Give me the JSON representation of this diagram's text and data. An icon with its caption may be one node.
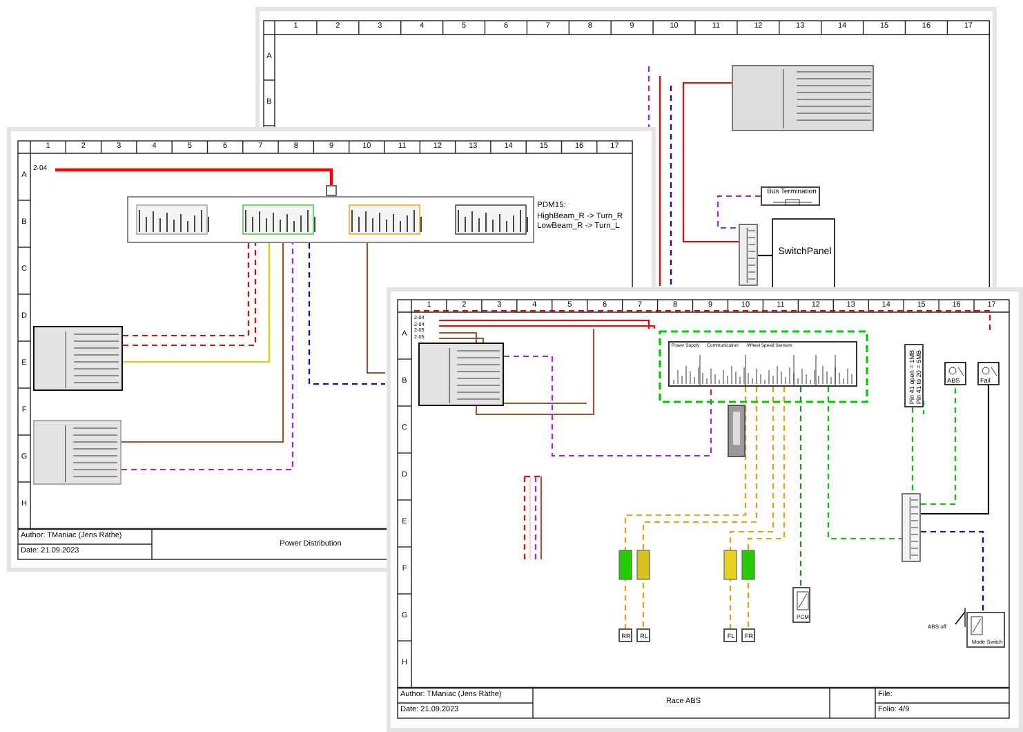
{
  "diagram": {
    "nodes": [
      {
        "text": [
          "Bus Termination"
        ]
      },
      {
        "text": [
          "SwitchPanel"
        ]
      },
      {
        "text": [],
        "shape": "box"
      },
      {
        "text": [],
        "shape": "box"
      },
      {
        "text": [],
        "shape": "box",
        "beside": [
          "PDM15:",
          "HighBeam_R -> Turn_R",
          "LowBeam_R -> Turn_L"
        ]
      },
      {
        "text": [],
        "shape": "box"
      },
      {
        "text": [],
        "shape": "box"
      },
      {
        "text": [],
        "shape": "box"
      },
      {
        "text": [
          "Power Supply",
          "Communication",
          "Wheel Speed Sensors"
        ]
      },
      {
        "text": [
          "Pin 41 open = 1MB",
          "Pin 41 to 20 = 5MB"
        ]
      },
      {
        "text": [
          "ABS"
        ]
      },
      {
        "text": [
          "Fail"
        ]
      },
      {
        "text": [
          "RR"
        ]
      },
      {
        "text": [
          "RL"
        ]
      },
      {
        "text": [
          "FL"
        ]
      },
      {
        "text": [
          "FR"
        ]
      },
      {
        "text": [
          "PCM"
        ]
      },
      {
        "text": [
          "Mode Switch"
        ]
      },
      {
        "text": [],
        "shape": "box"
      }
    ],
    "edges": [
      {
        "from": 0,
        "to": 3,
        "arrow": "none",
        "style": "dashed",
        "color": "#a020f0"
      },
      {
        "from": 2,
        "to": 3,
        "arrow": "none",
        "color": "#ff0000"
      },
      {
        "from": 3,
        "to": 1,
        "arrow": "none",
        "color": "#000000"
      },
      {
        "from": 5,
        "to": 4,
        "arrow": "none",
        "style": "dashed",
        "color": "#ff0000"
      },
      {
        "from": 6,
        "to": 4,
        "arrow": "none",
        "color": "#a0522d"
      },
      {
        "from": 7,
        "to": 8,
        "arrow": "none",
        "style": "dashed",
        "color": "#a020f0"
      },
      {
        "from": 8,
        "to": 12,
        "arrow": "none",
        "style": "dashed",
        "color": "#ff9900"
      },
      {
        "from": 8,
        "to": 13,
        "arrow": "none",
        "style": "dashed",
        "color": "#ff9900"
      },
      {
        "from": 8,
        "to": 14,
        "arrow": "none",
        "style": "dashed",
        "color": "#ff9900"
      },
      {
        "from": 8,
        "to": 15,
        "arrow": "none",
        "style": "dashed",
        "color": "#ff9900"
      },
      {
        "from": 8,
        "to": 16,
        "arrow": "none",
        "style": "dashed",
        "color": "#228b22"
      },
      {
        "from": 8,
        "to": 18,
        "arrow": "none",
        "style": "dashed",
        "color": "#00cc00"
      },
      {
        "from": 9,
        "to": 18,
        "arrow": "none",
        "style": "dashed",
        "color": "#00cc00"
      },
      {
        "from": 18,
        "to": 17,
        "arrow": "none",
        "style": "dashed",
        "color": "#0000ff"
      },
      {
        "from": 18,
        "to": 10,
        "arrow": "none",
        "style": "dashed",
        "color": "#00cc00"
      },
      {
        "from": 18,
        "to": 11,
        "arrow": "none",
        "color": "#000000"
      },
      {
        "from": 5,
        "to": 4,
        "arrow": "none",
        "style": "dashed",
        "color": "#ff0000"
      },
      {
        "from": 5,
        "to": 4,
        "arrow": "none",
        "color": "#e6c800"
      },
      {
        "from": 6,
        "to": 4,
        "arrow": "none",
        "style": "dashed",
        "color": "#a020f0"
      }
    ],
    "labels": [
      "1",
      "2",
      "3",
      "4",
      "5",
      "6",
      "7",
      "8",
      "9",
      "10",
      "11",
      "12",
      "13",
      "14",
      "15",
      "16",
      "17",
      "A",
      "B",
      "1",
      "2",
      "3",
      "4",
      "5",
      "6",
      "7",
      "8",
      "9",
      "10",
      "11",
      "12",
      "13",
      "14",
      "15",
      "16",
      "17",
      "A",
      "B",
      "C",
      "D",
      "E",
      "F",
      "G",
      "H",
      "1",
      "2",
      "3",
      "4",
      "5",
      "6",
      "7",
      "8",
      "9",
      "10",
      "11",
      "12",
      "13",
      "14",
      "15",
      "16",
      "17",
      "A",
      "B",
      "C",
      "D",
      "E",
      "F",
      "G",
      "H",
      "2-04",
      "Author: TManiac (Jens Räthe)",
      "Date: 21.09.2023",
      "Power Distribution",
      "2-04",
      "2-04",
      "2-05",
      "2-05",
      "ABS off",
      "Author: TManiac (Jens Räthe)",
      "Date: 21.09.2023",
      "Race ABS",
      "File:",
      "Folio: 4/9"
    ]
  }
}
